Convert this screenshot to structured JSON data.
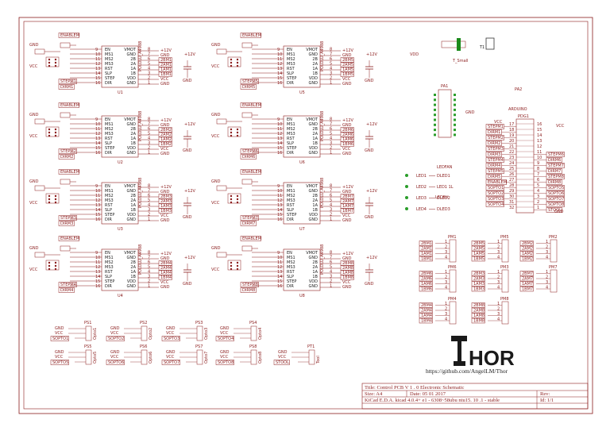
{
  "drivers": [
    {
      "ref": "U1",
      "enable": "ENABLEM",
      "left_pins": [
        "EN",
        "MS1",
        "MS2",
        "MS3",
        "RST",
        "SLP",
        "STEP",
        "DIR"
      ],
      "right_pins": [
        "VMOT",
        "GND",
        "2B",
        "2A",
        "1A",
        "1B",
        "VDD",
        "GND"
      ],
      "nets": [
        "+12V",
        "GND",
        "2BM1",
        "2AM1",
        "1AM1",
        "1BM1",
        "VCC",
        "GND"
      ],
      "step": "STEPM1",
      "dir": "DIRM1",
      "part": "POLOLU_A4988",
      "cap": "+12V"
    },
    {
      "ref": "U5",
      "enable": "ENABLEM",
      "left_pins": [
        "EN",
        "MS1",
        "MS2",
        "MS3",
        "RST",
        "SLP",
        "STEP",
        "DIR"
      ],
      "right_pins": [
        "VMOT",
        "GND",
        "2B",
        "2A",
        "1A",
        "1B",
        "VDD",
        "GND"
      ],
      "nets": [
        "+12V",
        "GND",
        "2BM5",
        "2AM5",
        "1AM5",
        "1BM5",
        "VCC",
        "GND"
      ],
      "step": "STEPM5",
      "dir": "DIRM5",
      "part": "POLOLU_A4988",
      "cap": "+12V"
    },
    {
      "ref": "U2",
      "enable": "ENABLEM",
      "left_pins": [
        "EN",
        "MS1",
        "MS2",
        "MS3",
        "RST",
        "SLP",
        "STEP",
        "DIR"
      ],
      "right_pins": [
        "VMOT",
        "GND",
        "2B",
        "2A",
        "1A",
        "1B",
        "VDD",
        "GND"
      ],
      "nets": [
        "+12V",
        "GND",
        "2BM2",
        "2AM2",
        "1AM2",
        "1BM2",
        "VCC",
        "GND"
      ],
      "step": "STEPM2",
      "dir": "DIRM2",
      "part": "POLOLU_A4988",
      "cap": "+12V"
    },
    {
      "ref": "U6",
      "enable": "ENABLEM",
      "left_pins": [
        "EN",
        "MS1",
        "MS2",
        "MS3",
        "RST",
        "SLP",
        "STEP",
        "DIR"
      ],
      "right_pins": [
        "VMOT",
        "GND",
        "2B",
        "2A",
        "1A",
        "1B",
        "VDD",
        "GND"
      ],
      "nets": [
        "+12V",
        "GND",
        "2BM6",
        "2AM6",
        "1AM6",
        "1BM6",
        "VCC",
        "GND"
      ],
      "step": "STEPM6",
      "dir": "DIRM6",
      "part": "POLOLU_A4988",
      "cap": "+12V"
    },
    {
      "ref": "U3",
      "enable": "ENABLEM",
      "left_pins": [
        "EN",
        "MS1",
        "MS2",
        "MS3",
        "RST",
        "SLP",
        "STEP",
        "DIR"
      ],
      "right_pins": [
        "VMOT",
        "GND",
        "2B",
        "2A",
        "1A",
        "1B",
        "VDD",
        "GND"
      ],
      "nets": [
        "+12V",
        "GND",
        "2BM3",
        "2AM3",
        "1AM3",
        "1BM3",
        "VCC",
        "GND"
      ],
      "step": "STEPM3",
      "dir": "DIRM3",
      "part": "POLOLU_A4988",
      "cap": "+12V"
    },
    {
      "ref": "U7",
      "enable": "ENABLEM",
      "left_pins": [
        "EN",
        "MS1",
        "MS2",
        "MS3",
        "RST",
        "SLP",
        "STEP",
        "DIR"
      ],
      "right_pins": [
        "VMOT",
        "GND",
        "2B",
        "2A",
        "1A",
        "1B",
        "VDD",
        "GND"
      ],
      "nets": [
        "+12V",
        "GND",
        "2BM7",
        "2AM7",
        "1AM7",
        "1BM7",
        "VCC",
        "GND"
      ],
      "step": "STEPM7",
      "dir": "DIRM7",
      "part": "POLOLU_A4988",
      "cap": "+12V"
    },
    {
      "ref": "U4",
      "enable": "ENABLEM",
      "left_pins": [
        "EN",
        "MS1",
        "MS2",
        "MS3",
        "RST",
        "SLP",
        "STEP",
        "DIR"
      ],
      "right_pins": [
        "VMOT",
        "GND",
        "2B",
        "2A",
        "1A",
        "1B",
        "VDD",
        "GND"
      ],
      "nets": [
        "+12V",
        "GND",
        "2BM4",
        "2AM4",
        "1AM4",
        "1BM4",
        "VCC",
        "GND"
      ],
      "step": "STEPM4",
      "dir": "DIRM4",
      "part": "POLOLU_A4988",
      "cap": "+12V"
    },
    {
      "ref": "U8",
      "enable": "ENABLEM",
      "left_pins": [
        "EN",
        "MS1",
        "MS2",
        "MS3",
        "RST",
        "SLP",
        "STEP",
        "DIR"
      ],
      "right_pins": [
        "VMOT",
        "GND",
        "2B",
        "2A",
        "1A",
        "1B",
        "VDD",
        "GND"
      ],
      "nets": [
        "+12V",
        "GND",
        "2BM8",
        "2AM8",
        "1AM8",
        "1BM8",
        "VCC",
        "GND"
      ],
      "step": "STEPM8",
      "dir": "DIRM8",
      "part": "POLOLU_A4988",
      "cap": "+12V"
    }
  ],
  "power": {
    "vcc": "VCC",
    "gnd": "GND",
    "v12": "+12V"
  },
  "arduino": {
    "ref": "PA2",
    "part": "ARDUINO",
    "header": "PDG1",
    "pa1": "PA1",
    "left_nets": [
      "STEPM1",
      "DIRM1",
      "STEPM2",
      "DIRM2",
      "STEPM3",
      "DIRM3",
      "STEPM4",
      "DIRM4",
      "STEPM5",
      "DIRM5",
      "ENABLEM",
      "SOPTO1",
      "SOPTO2",
      "SOPTO3",
      "SOPTO4"
    ],
    "right_nets": [
      "STEPM6",
      "DIRM6",
      "STEPM7",
      "DIRM7",
      "STEPM8",
      "DIRM8",
      "SOPTO5",
      "SOPTO6",
      "SOPTO7",
      "SOPTO8",
      "STOOL"
    ],
    "right_pin_numbers": [
      "16",
      "15",
      "14",
      "13",
      "12",
      "11",
      "10",
      "9",
      "8",
      "7",
      "6",
      "5",
      "4",
      "3",
      "2",
      "1"
    ],
    "left_pin_numbers": [
      "17",
      "18",
      "19",
      "20",
      "21",
      "22",
      "23",
      "24",
      "25",
      "26",
      "27",
      "28",
      "29",
      "30",
      "31",
      "32"
    ]
  },
  "leds": {
    "title": "LEDFAN",
    "items": [
      {
        "ref": "LED1",
        "net": "DLED1"
      },
      {
        "ref": "LED2",
        "net": "LED1 1L"
      },
      {
        "ref": "LED3",
        "net": "DLED2"
      },
      {
        "ref": "LED4",
        "net": "DLED3"
      }
    ],
    "sub": "LED5V"
  },
  "fan": {
    "ref": "T1",
    "label": "T_Small",
    "vdd": "VDD"
  },
  "motor_connectors": [
    {
      "ref": "PM1",
      "nets": [
        "2BM1",
        "2AM1",
        "1AM1",
        "1BM1"
      ]
    },
    {
      "ref": "PM5",
      "nets": [
        "2BM5",
        "2AM5",
        "1AM5",
        "1BM5"
      ]
    },
    {
      "ref": "PM2",
      "nets": [
        "2BM2",
        "2AM2",
        "1AM2",
        "1BM2"
      ]
    },
    {
      "ref": "PM6",
      "nets": [
        "2BM6",
        "2AM6",
        "1AM6",
        "1BM6"
      ]
    },
    {
      "ref": "PM3",
      "nets": [
        "2BM3",
        "2AM3",
        "1AM3",
        "1BM3"
      ]
    },
    {
      "ref": "PM7",
      "nets": [
        "2BM7",
        "2AM7",
        "1AM7",
        "1BM7"
      ]
    },
    {
      "ref": "PM4",
      "nets": [
        "2BM4",
        "2AM4",
        "1AM4",
        "1BM4"
      ]
    },
    {
      "ref": "PM8",
      "nets": [
        "2BM8",
        "2AM8",
        "1AM8",
        "1BM8"
      ]
    }
  ],
  "opto_connectors": [
    {
      "ref": "PS1",
      "net": "SOPTO1",
      "part": "Opto1"
    },
    {
      "ref": "PS2",
      "net": "SOPTO2",
      "part": "Opto2"
    },
    {
      "ref": "PS3",
      "net": "SOPTO3",
      "part": "Opto3"
    },
    {
      "ref": "PS4",
      "net": "SOPTO4",
      "part": "Opto4"
    },
    {
      "ref": "PS5",
      "net": "SOPTO5",
      "part": "Opto5"
    },
    {
      "ref": "PS6",
      "net": "SOPTO6",
      "part": "Opto6"
    },
    {
      "ref": "PS7",
      "net": "SOPTO7",
      "part": "Opto7"
    },
    {
      "ref": "PS8",
      "net": "SOPTO8",
      "part": "Opto8"
    },
    {
      "ref": "PT1",
      "net": "STOOL",
      "part": "Tool"
    }
  ],
  "logo": {
    "text": "HOR",
    "url": "https://github.com/AngelLM/Thor"
  },
  "title_block": {
    "title": "Title: Control PCB V 1 . 0 Electronic Schematic",
    "size": "Size: A4",
    "date": "Date: 05 01 2017",
    "rev": "Rev:",
    "kicad": "KiCad E.D.A.  kicad 4.0.4+ e1 - 6308~58ubu ntu15. 10 .1 - stable",
    "id": "Id: 1/1"
  }
}
